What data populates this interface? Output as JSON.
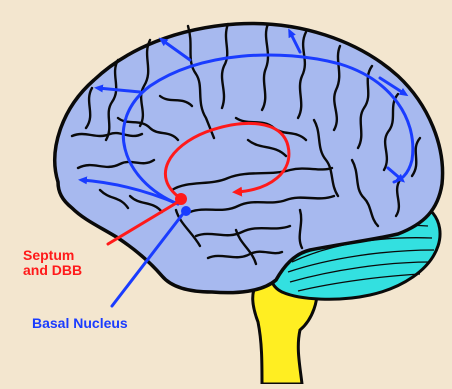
{
  "labels": {
    "septum_line1": "Septum",
    "septum_line2": "and DBB",
    "basal": "Basal Nucleus"
  },
  "colors": {
    "background": "#f3e6cf",
    "cortex": "#a7b9ef",
    "cerebellum": "#33e0e0",
    "brainstem": "#ffee22",
    "outline": "#0a0a0a",
    "septal_pathway": "#ff1a1a",
    "basal_pathway": "#1a3cff"
  }
}
